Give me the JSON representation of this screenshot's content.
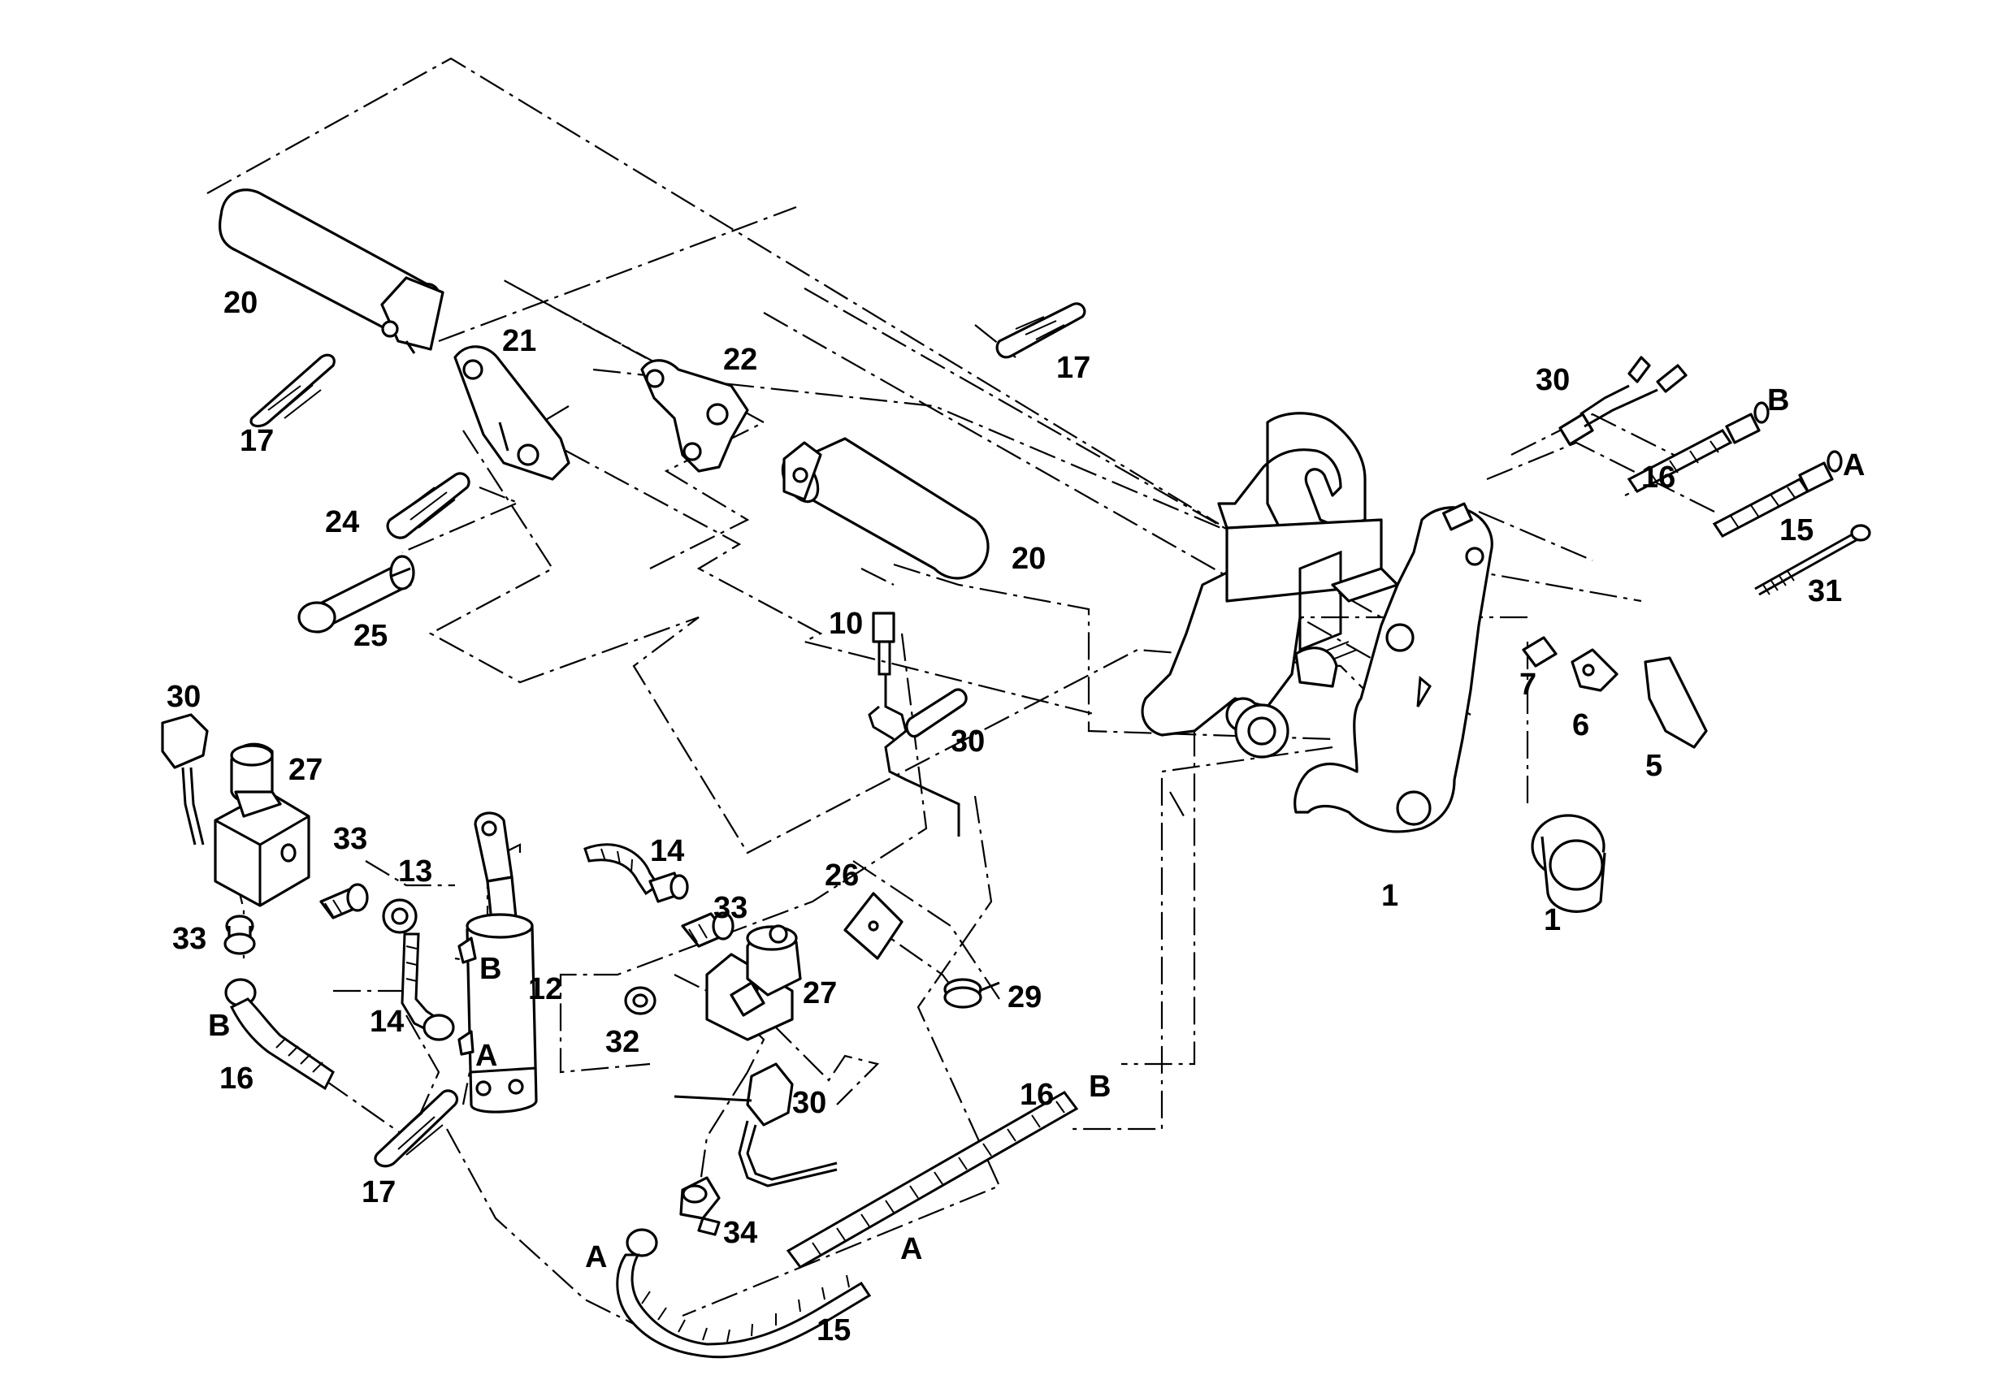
{
  "diagram": {
    "callouts": [
      {
        "id": "c20a",
        "text": "20"
      },
      {
        "id": "c21",
        "text": "21"
      },
      {
        "id": "c17a",
        "text": "17"
      },
      {
        "id": "c22",
        "text": "22"
      },
      {
        "id": "c17b",
        "text": "17"
      },
      {
        "id": "c24",
        "text": "24"
      },
      {
        "id": "c25",
        "text": "25"
      },
      {
        "id": "c20b",
        "text": "20"
      },
      {
        "id": "c30a",
        "text": "30"
      },
      {
        "id": "c16a",
        "text": "16"
      },
      {
        "id": "cBa",
        "text": "B"
      },
      {
        "id": "cAa",
        "text": "A"
      },
      {
        "id": "c15a",
        "text": "15"
      },
      {
        "id": "c31",
        "text": "31"
      },
      {
        "id": "c10",
        "text": "10"
      },
      {
        "id": "c30b",
        "text": "30"
      },
      {
        "id": "c7",
        "text": "7"
      },
      {
        "id": "c6",
        "text": "6"
      },
      {
        "id": "c5",
        "text": "5"
      },
      {
        "id": "c1a",
        "text": "1"
      },
      {
        "id": "c1b",
        "text": "1"
      },
      {
        "id": "c30c",
        "text": "30"
      },
      {
        "id": "c27a",
        "text": "27"
      },
      {
        "id": "c33a",
        "text": "33"
      },
      {
        "id": "c13",
        "text": "13"
      },
      {
        "id": "c14a",
        "text": "14"
      },
      {
        "id": "c33b",
        "text": "33"
      },
      {
        "id": "c26",
        "text": "26"
      },
      {
        "id": "c33c",
        "text": "33"
      },
      {
        "id": "cBb",
        "text": "B"
      },
      {
        "id": "c12",
        "text": "12"
      },
      {
        "id": "c14b",
        "text": "14"
      },
      {
        "id": "cAb",
        "text": "A"
      },
      {
        "id": "c32",
        "text": "32"
      },
      {
        "id": "c27b",
        "text": "27"
      },
      {
        "id": "c29",
        "text": "29"
      },
      {
        "id": "cBc",
        "text": "B"
      },
      {
        "id": "c16b",
        "text": "16"
      },
      {
        "id": "c16c",
        "text": "16"
      },
      {
        "id": "cBd",
        "text": "B"
      },
      {
        "id": "c30d",
        "text": "30"
      },
      {
        "id": "c17c",
        "text": "17"
      },
      {
        "id": "c34",
        "text": "34"
      },
      {
        "id": "cAc",
        "text": "A"
      },
      {
        "id": "cAd",
        "text": "A"
      },
      {
        "id": "c15b",
        "text": "15"
      }
    ]
  }
}
